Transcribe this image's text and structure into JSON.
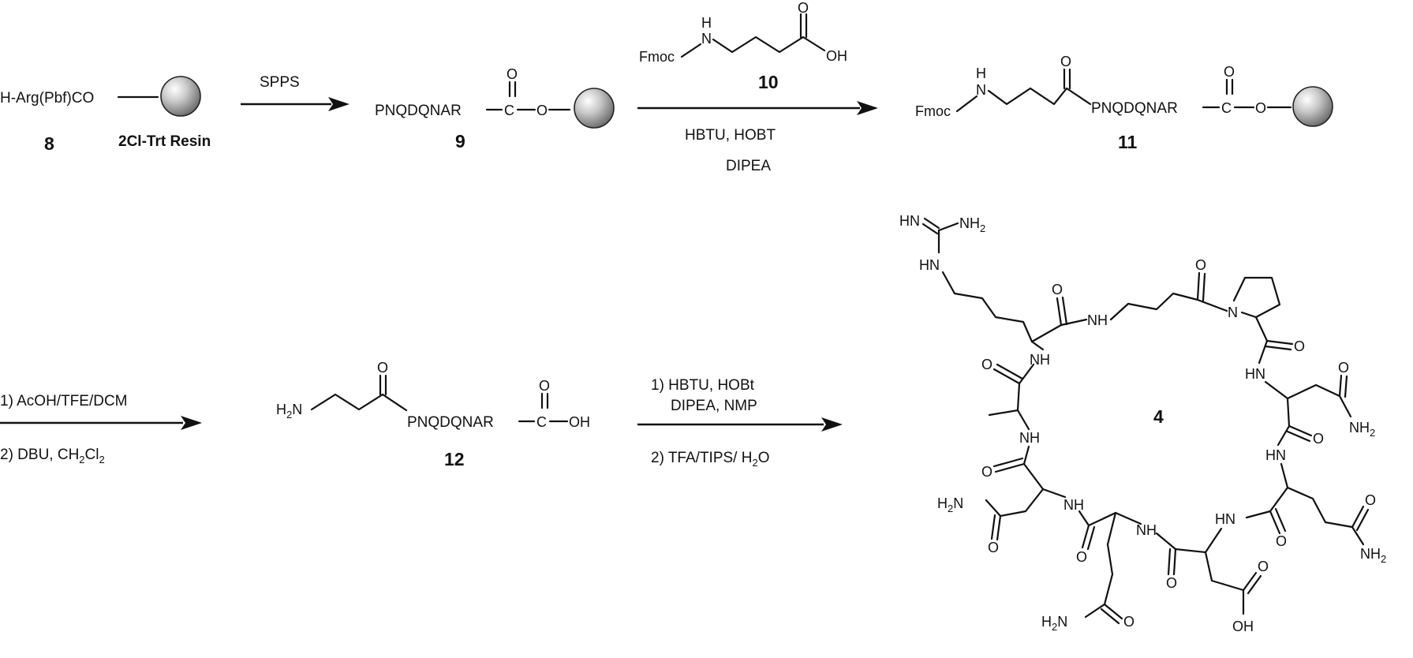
{
  "compounds": {
    "c8": {
      "number": "8",
      "label": "H-Arg(Pbf)CO",
      "resin": "2Cl-Trt Resin"
    },
    "c9": {
      "number": "9",
      "sequence": "PNQDQNAR",
      "carbonyl_c": "C",
      "carbonyl_o": "O",
      "linker_o": "O"
    },
    "c10": {
      "number": "10",
      "protecting_group": "Fmoc",
      "nh": "H",
      "n": "N",
      "acid": "OH",
      "acid_o": "O"
    },
    "c11": {
      "number": "11",
      "protecting_group": "Fmoc",
      "nh": "H",
      "n": "N",
      "keto_o": "O",
      "sequence": "PNQDQNAR",
      "carbonyl_c": "C",
      "carbonyl_o": "O",
      "linker_o": "O"
    },
    "c12": {
      "number": "12",
      "amine_h": "H",
      "amine_sub": "2",
      "amine_n": "N",
      "keto_o": "O",
      "sequence": "PNQDQNAR",
      "carbonyl_c": "C",
      "carbonyl_o": "O",
      "acid": "OH"
    },
    "c4": {
      "number": "4",
      "guanidine_hn": "HN",
      "guanidine_nh2": "NH",
      "guanidine_nh2_sub": "2",
      "guanidine_nh": "HN",
      "amide_nh": "NH",
      "amide_hn": "HN",
      "amide_o": "O",
      "amine_h2n": "H",
      "amine_h2n_sub": "2",
      "amine_h2n_n": "N",
      "nh2": "NH",
      "nh2_sub": "2",
      "ring_n": "N",
      "acid_oh": "OH"
    }
  },
  "steps": {
    "step1": {
      "reagent": "SPPS"
    },
    "step2": {
      "line1": "HBTU, HOBT",
      "line2": "DIPEA"
    },
    "step3": {
      "line1": "1) AcOH/TFE/DCM",
      "line2_a": "2) DBU, CH",
      "line2_sub1": "2",
      "line2_b": "Cl",
      "line2_sub2": "2"
    },
    "step4": {
      "line1": "1) HBTU, HOBt",
      "line2": "DIPEA, NMP",
      "line3_a": "2) TFA/TIPS/ H",
      "line3_sub": "2",
      "line3_b": "O"
    }
  },
  "colors": {
    "ink": "#111111",
    "resin_light": "#ffffff",
    "resin_dark": "#6f6f6f"
  },
  "icons": {
    "resin_bead": "resin-bead-icon"
  }
}
